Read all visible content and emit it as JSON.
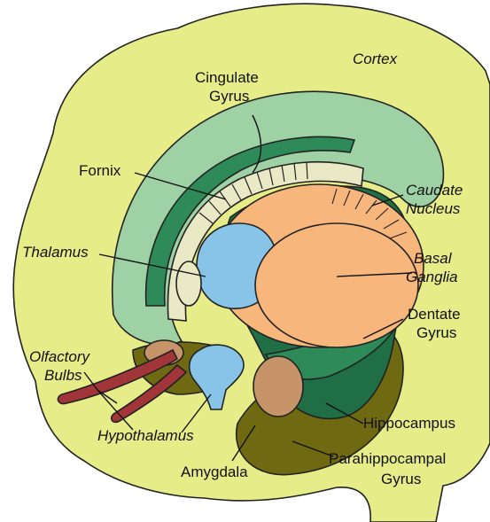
{
  "labels": {
    "cortex": "Cortex",
    "cingulate_1": "Cingulate",
    "cingulate_2": "Gyrus",
    "fornix": "Fornix",
    "caudate_1": "Caudate",
    "caudate_2": "Nucleus",
    "thalamus": "Thalamus",
    "basal_1": "Basal",
    "basal_2": "Ganglia",
    "dentate_1": "Dentate",
    "dentate_2": "Gyrus",
    "olfactory_1": "Olfactory",
    "olfactory_2": "Bulbs",
    "hippocampus": "Hippocampus",
    "hypothalamus": "Hypothalamus",
    "parahippo_1": "Parahippocampal",
    "parahippo_2": "Gyrus",
    "amygdala": "Amygdala"
  },
  "colors": {
    "cortex": "#e6ec88",
    "cingulate": "#9ed1a4",
    "dark_green": "#2e8a58",
    "deep_green": "#1f6e45",
    "basal": "#f6b67c",
    "thalamus_blue": "#88c4e8",
    "olive": "#6f6a12",
    "brown": "#c7946a",
    "red_bulbs": "#a1353a",
    "cream": "#eae9c6"
  }
}
